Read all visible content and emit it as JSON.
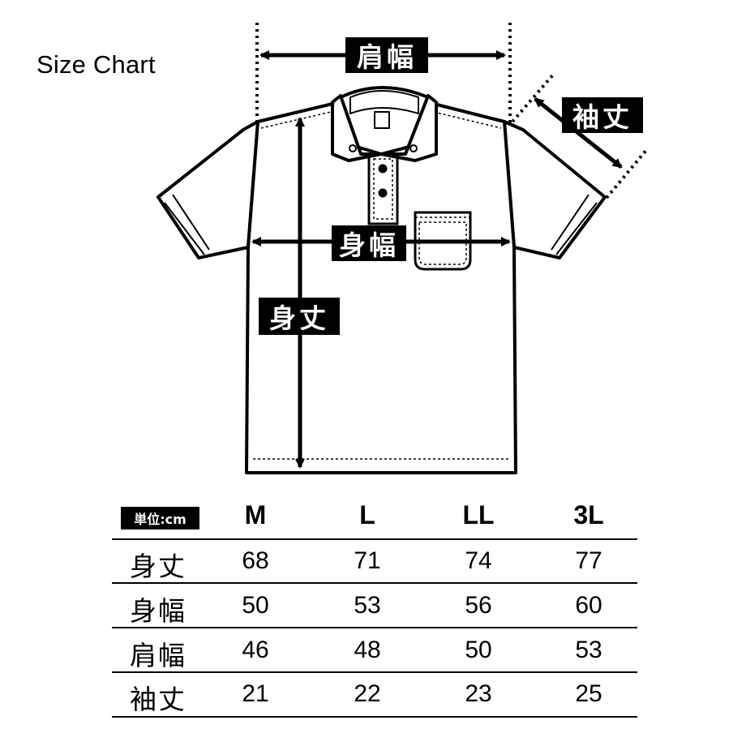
{
  "title": "Size Chart",
  "diagram_labels": {
    "shoulder": "肩幅",
    "sleeve": "袖丈",
    "width": "身幅",
    "length": "身丈"
  },
  "table": {
    "unit": "単位:cm",
    "columns": [
      "M",
      "L",
      "LL",
      "3L"
    ],
    "rows": [
      {
        "label": "身丈",
        "values": [
          "68",
          "71",
          "74",
          "77"
        ]
      },
      {
        "label": "身幅",
        "values": [
          "50",
          "53",
          "56",
          "60"
        ]
      },
      {
        "label": "肩幅",
        "values": [
          "46",
          "48",
          "50",
          "53"
        ]
      },
      {
        "label": "袖丈",
        "values": [
          "21",
          "22",
          "23",
          "25"
        ]
      }
    ]
  }
}
